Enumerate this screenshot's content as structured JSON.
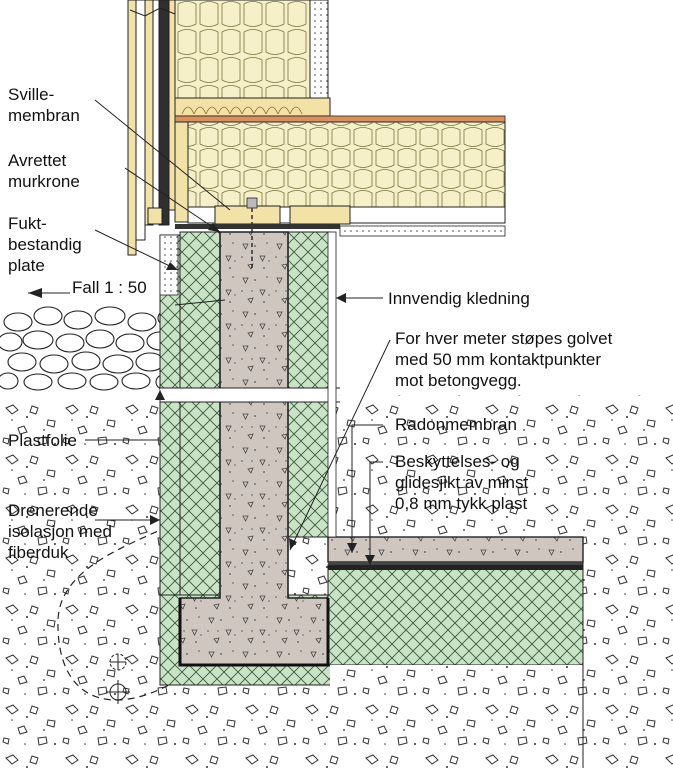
{
  "labels": {
    "sville_membran": [
      "Sville-",
      "membran"
    ],
    "avrettet_murkrone": [
      "Avrettet",
      "murkrone"
    ],
    "fuktbestandig_plate": [
      "Fukt-",
      "bestandig",
      "plate"
    ],
    "fall": "Fall 1 : 50",
    "innvendig_kledning": "Innvendig kledning",
    "kontaktpunkter": [
      "For hver meter støpes golvet",
      "med 50 mm kontaktpunkter",
      "mot betongvegg."
    ],
    "radonmembran": "Radonmembran",
    "glidesjikt": [
      "Beskyttelses- og",
      "glidesjikt av minst",
      "0,8 mm tykk plast"
    ],
    "plastfolie": "Plastfolie",
    "drenerende_isolasjon": [
      "Drenerende",
      "isolasjon med",
      "fiberduk"
    ]
  },
  "colors": {
    "insulation": "#f5f0c8",
    "timber": "#f3e2a6",
    "concrete": "#cfc6c0",
    "xps": "#c9e3c7",
    "membrane": "#d9905a",
    "line": "#222222"
  }
}
